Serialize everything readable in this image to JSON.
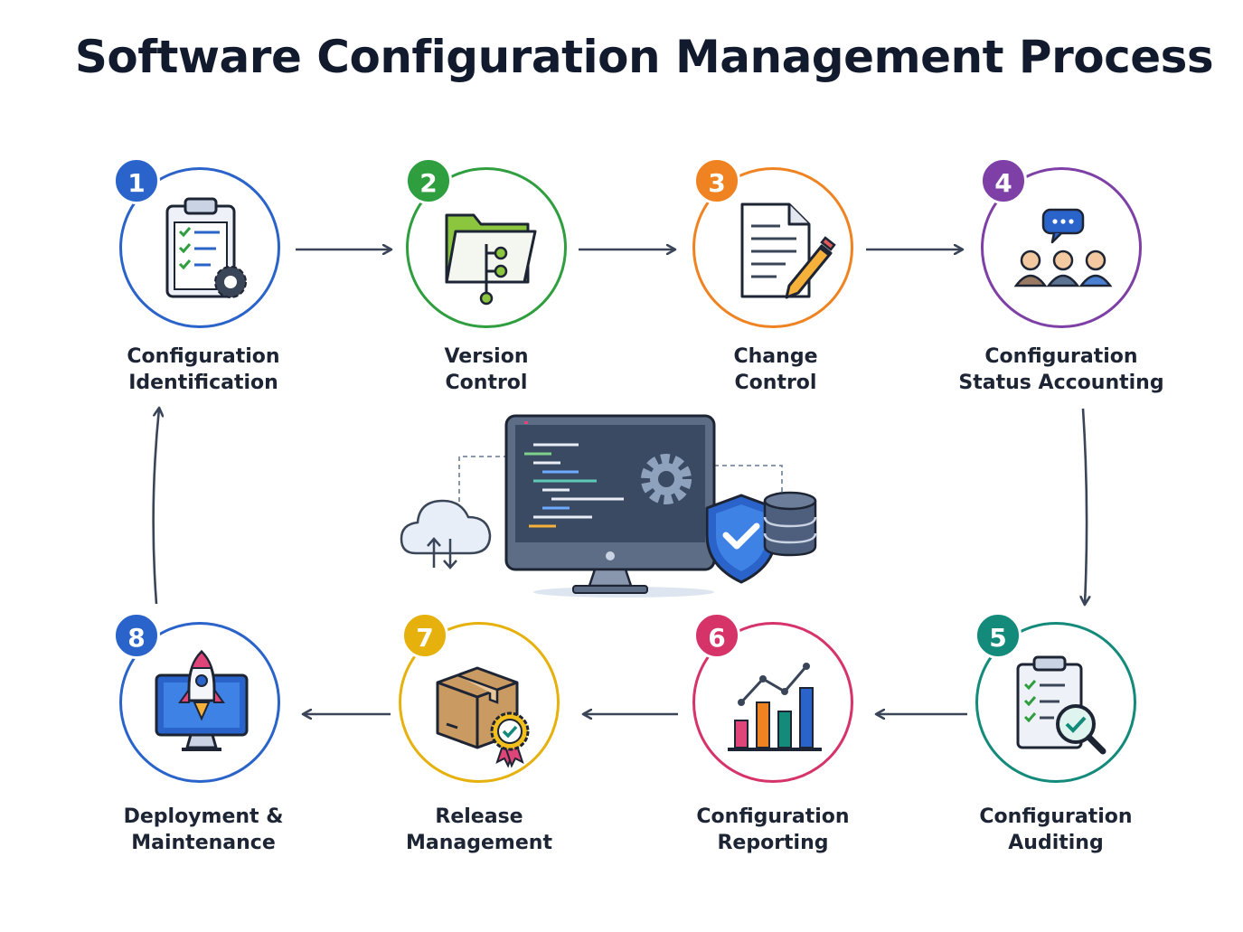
{
  "title": "Software Configuration Management Process",
  "colors": {
    "step1": "#2a63c9",
    "step2": "#2e9e3e",
    "step3": "#f08321",
    "step4": "#7e3fa6",
    "step5": "#138a7a",
    "step6": "#d63369",
    "step7": "#e6b10d",
    "step8": "#2a63c9",
    "arrow": "#3a4558"
  },
  "steps": [
    {
      "number": "1",
      "label_line1": "Configuration",
      "label_line2": "Identification",
      "icon": "clipboard-gear-icon"
    },
    {
      "number": "2",
      "label_line1": "Version",
      "label_line2": "Control",
      "icon": "folder-branch-icon"
    },
    {
      "number": "3",
      "label_line1": "Change",
      "label_line2": "Control",
      "icon": "document-pencil-icon"
    },
    {
      "number": "4",
      "label_line1": "Configuration",
      "label_line2": "Status Accounting",
      "icon": "team-chat-icon"
    },
    {
      "number": "5",
      "label_line1": "Configuration",
      "label_line2": "Auditing",
      "icon": "clipboard-magnifier-icon"
    },
    {
      "number": "6",
      "label_line1": "Configuration",
      "label_line2": "Reporting",
      "icon": "bar-chart-icon"
    },
    {
      "number": "7",
      "label_line1": "Release",
      "label_line2": "Management",
      "icon": "package-badge-icon"
    },
    {
      "number": "8",
      "label_line1": "Deployment &",
      "label_line2": "Maintenance",
      "icon": "monitor-rocket-icon"
    }
  ],
  "center_illustration": {
    "icons": [
      "cloud-sync-icon",
      "monitor-code-icon",
      "gear-icon",
      "shield-check-icon",
      "database-icon"
    ]
  }
}
